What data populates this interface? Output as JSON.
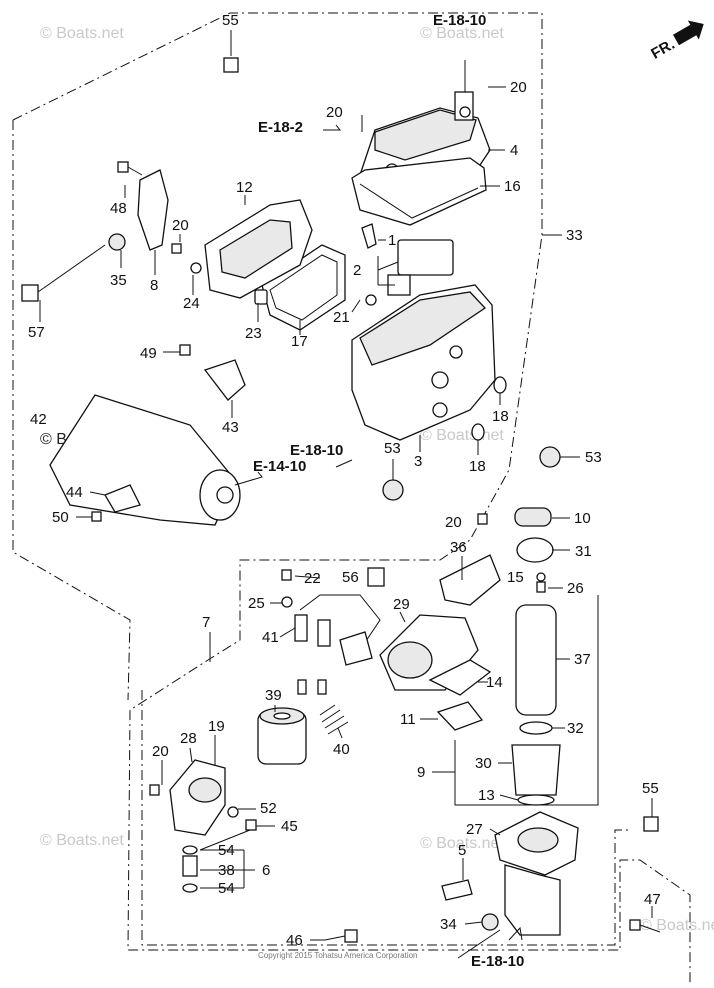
{
  "watermarks": [
    "© Boats.net",
    "© Boats.net",
    "© Boats.net",
    "© Boats.net",
    "© Boats.net",
    "© Boats.net",
    "© Boats.net"
  ],
  "copyright": "Copyright 2015 Tohatsu America Corporation",
  "direction_label": "FR.",
  "references": [
    "E-18-10",
    "E-18-2",
    "E-18-10",
    "E-14-10",
    "E-18-10"
  ],
  "callouts": [
    "55",
    "20",
    "4",
    "16",
    "20",
    "33",
    "48",
    "12",
    "20",
    "1",
    "35",
    "8",
    "24",
    "2",
    "57",
    "23",
    "17",
    "21",
    "49",
    "42",
    "43",
    "18",
    "18",
    "3",
    "53",
    "53",
    "44",
    "50",
    "10",
    "20",
    "36",
    "31",
    "15",
    "26",
    "56",
    "22",
    "25",
    "29",
    "41",
    "7",
    "37",
    "39",
    "14",
    "11",
    "40",
    "32",
    "20",
    "28",
    "19",
    "30",
    "9",
    "13",
    "52",
    "45",
    "55",
    "27",
    "5",
    "6",
    "38",
    "54",
    "54",
    "34",
    "47",
    "46"
  ],
  "colors": {
    "line": "#111111",
    "watermark": "#c9c9c9",
    "part_fill": "#ffffff",
    "part_shade": "#e9e9e9"
  }
}
